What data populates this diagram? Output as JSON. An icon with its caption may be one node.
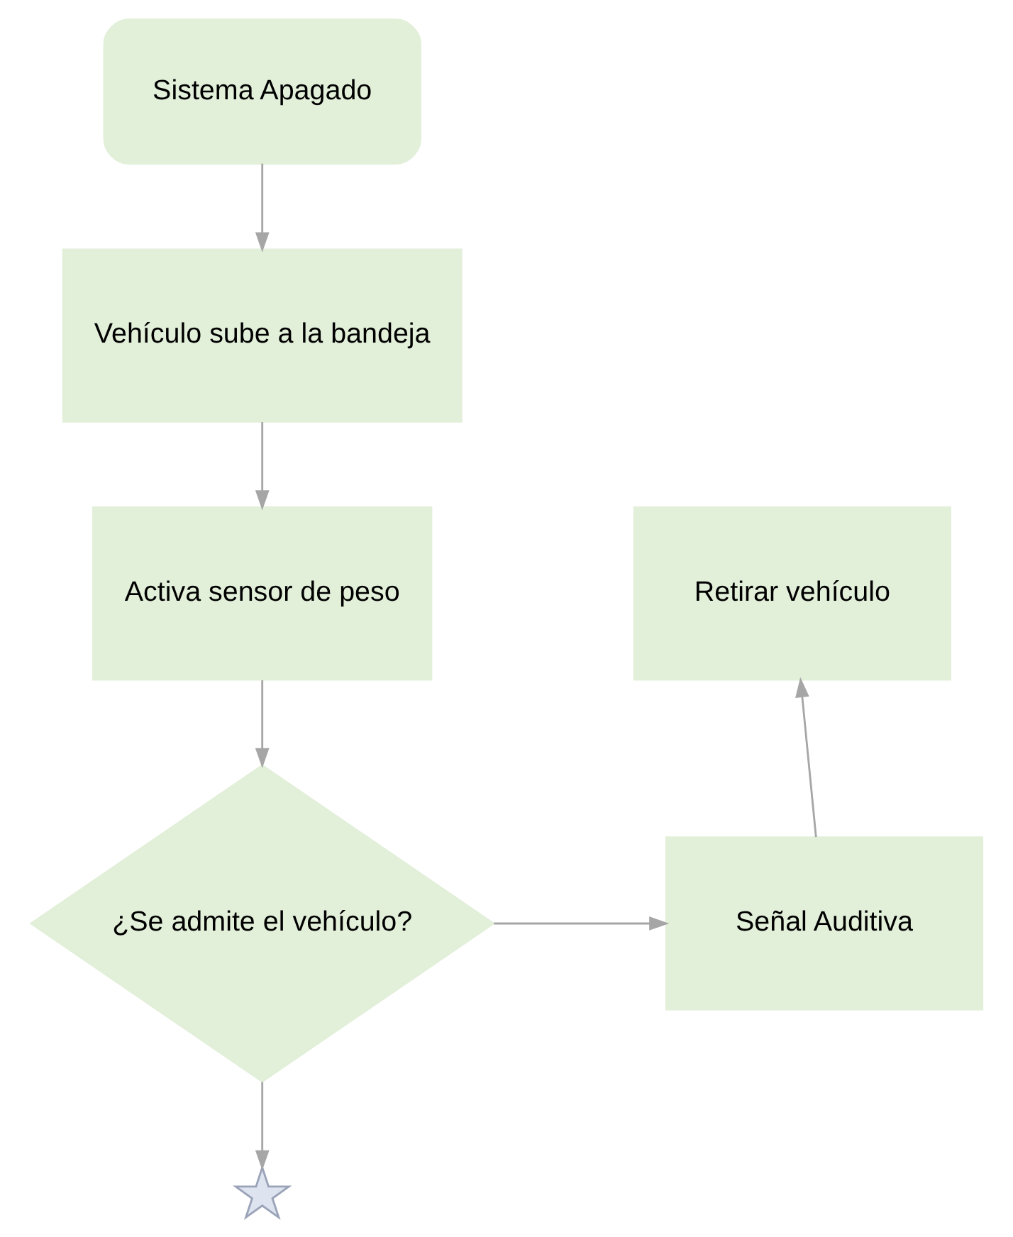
{
  "diagram": {
    "nodes": [
      {
        "text": [
          "Sistema Apagado"
        ]
      },
      {
        "text": [
          "Vehículo sube a la bandeja"
        ]
      },
      {
        "text": [
          "Activa sensor de peso"
        ]
      },
      {
        "text": [
          "¿Se admite el vehículo?"
        ]
      },
      {
        "text": [
          "Retirar vehículo"
        ]
      },
      {
        "text": [
          "Señal Auditiva"
        ]
      },
      {
        "text": [],
        "shape": "star"
      }
    ],
    "edges": [
      {
        "from": 0,
        "to": 1,
        "arrow": "to"
      },
      {
        "from": 1,
        "to": 2,
        "arrow": "to"
      },
      {
        "from": 2,
        "to": 3,
        "arrow": "to"
      },
      {
        "from": 3,
        "to": 5,
        "arrow": "to"
      },
      {
        "from": 5,
        "to": 4,
        "arrow": "to"
      },
      {
        "from": 3,
        "to": 6,
        "arrow": "to"
      }
    ]
  }
}
